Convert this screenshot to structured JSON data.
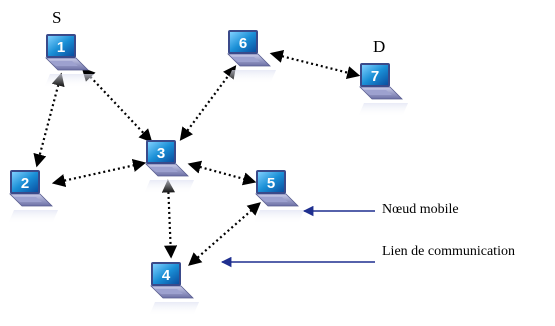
{
  "source_label": "S",
  "destination_label": "D",
  "nodes": [
    {
      "id": "1"
    },
    {
      "id": "2"
    },
    {
      "id": "3"
    },
    {
      "id": "4"
    },
    {
      "id": "5"
    },
    {
      "id": "6"
    },
    {
      "id": "7"
    }
  ],
  "links": [
    [
      "1",
      "2"
    ],
    [
      "1",
      "3"
    ],
    [
      "2",
      "3"
    ],
    [
      "3",
      "6"
    ],
    [
      "3",
      "5"
    ],
    [
      "3",
      "4"
    ],
    [
      "4",
      "5"
    ],
    [
      "6",
      "7"
    ]
  ],
  "legend": {
    "node_label": "Nœud mobile",
    "link_label": "Lien de communication"
  },
  "colors": {
    "arrow": "#1f2f8f",
    "screen": "#1a8fd6",
    "body": "#8a8fbf",
    "link": "#000000"
  }
}
